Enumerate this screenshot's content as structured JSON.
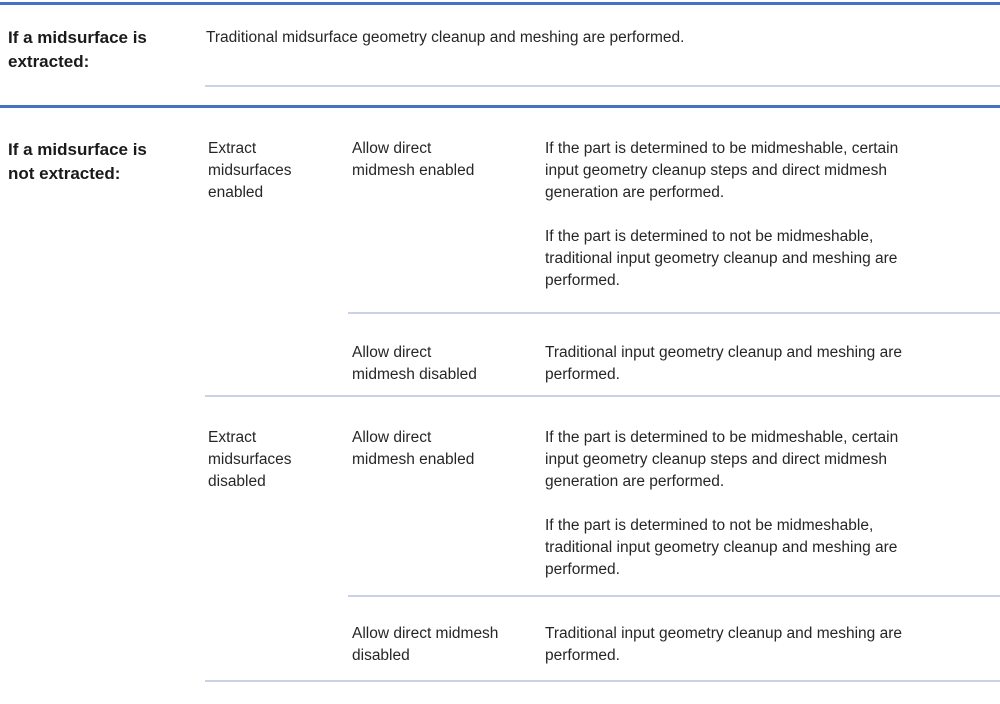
{
  "colors": {
    "accent_rule": "#4472C4",
    "light_rule": "#C9D3E8",
    "text": "#262626",
    "label_text": "#1A1A1A",
    "background": "#FFFFFF"
  },
  "table": {
    "row_extracted": {
      "label": "If a midsurface is\nextracted:",
      "body": "Traditional midsurface geometry cleanup and meshing are performed."
    },
    "row_not_extracted": {
      "label": "If a midsurface is\nnot extracted:",
      "groups": [
        {
          "option": "Extract\nmidsurfaces\nenabled",
          "rows": [
            {
              "setting": "Allow direct\nmidmesh enabled",
              "paragraphs": [
                "If the part is determined to be midmeshable, certain\ninput geometry cleanup steps and direct midmesh\ngeneration are performed.",
                "If the part is determined to not be midmeshable,\ntraditional input geometry cleanup and meshing are\nperformed."
              ]
            },
            {
              "setting": "Allow direct\nmidmesh disabled",
              "paragraphs": [
                "Traditional input geometry cleanup and meshing are\nperformed."
              ]
            }
          ]
        },
        {
          "option": "Extract\nmidsurfaces\ndisabled",
          "rows": [
            {
              "setting": "Allow direct\nmidmesh enabled",
              "paragraphs": [
                "If the part is determined to be midmeshable, certain\ninput geometry cleanup steps and direct midmesh\ngeneration are performed.",
                "If the part is determined to not be midmeshable,\ntraditional input geometry cleanup and meshing are\nperformed."
              ]
            },
            {
              "setting": "Allow direct midmesh\ndisabled",
              "paragraphs": [
                "Traditional input geometry cleanup and meshing are\nperformed."
              ]
            }
          ]
        }
      ]
    }
  }
}
